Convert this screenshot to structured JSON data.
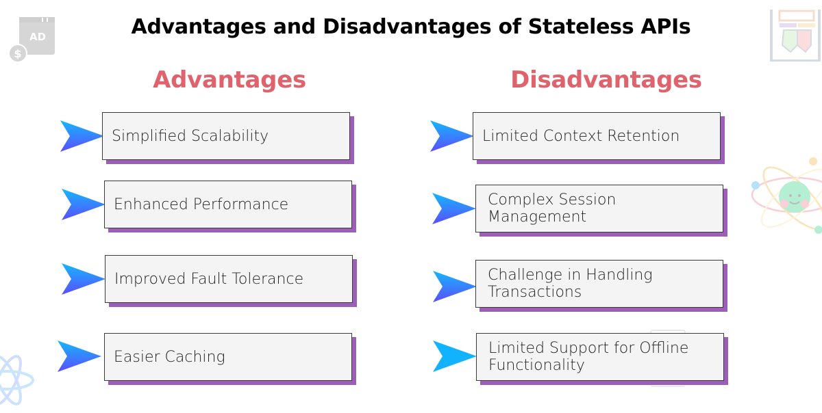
{
  "title": "Advantages and Disadvantages of Stateless APIs",
  "colors": {
    "heading": "#e0626c",
    "box_fill": "#f4f4f4",
    "box_border": "#3a3a3a",
    "shadow": "#9b5fb8",
    "arrow_top": "#14b8ff",
    "arrow_bottom": "#5a4dff"
  },
  "advantages": {
    "heading": "Advantages",
    "items": [
      {
        "label": "Simplified Scalability",
        "icon": "arrow-pointer-icon"
      },
      {
        "label": "Enhanced Performance",
        "icon": "arrow-pointer-icon"
      },
      {
        "label": "Improved Fault Tolerance",
        "icon": "arrow-pointer-icon"
      },
      {
        "label": "Easier Caching",
        "icon": "arrow-pointer-icon"
      }
    ]
  },
  "disadvantages": {
    "heading": "Disadvantages",
    "items": [
      {
        "label": "Limited Context Retention",
        "icon": "arrow-pointer-icon"
      },
      {
        "label": "Complex Session Management",
        "icon": "arrow-pointer-icon"
      },
      {
        "label": "Challenge in Handling Transactions",
        "icon": "arrow-pointer-icon"
      },
      {
        "label": "Limited Support for Offline Functionality",
        "icon": "arrow-pointer-icon"
      }
    ]
  },
  "decorations": {
    "top_left": {
      "icon": "ad-revenue-icon",
      "text": "AD"
    },
    "top_right": {
      "icon": "clothing-rack-icon"
    },
    "right_middle": {
      "icon": "atom-smiley-icon"
    },
    "bottom_left": {
      "icon": "atom-icon"
    }
  }
}
